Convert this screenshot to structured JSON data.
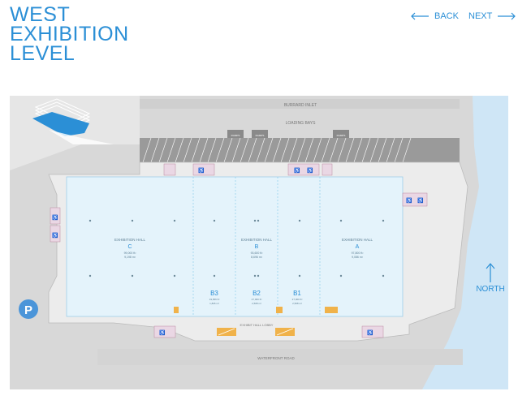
{
  "header": {
    "title_line1": "WEST",
    "title_line2": "EXHIBITION",
    "title_line3": "LEVEL",
    "back_label": "BACK",
    "next_label": "NEXT"
  },
  "map": {
    "street_top": "BURRARD INLET",
    "loading_bays": "LOADING BAYS",
    "ramp_label": "RAMPS",
    "halls": [
      {
        "label": "EXHIBITION HALL",
        "letter": "C",
        "size_ft": "99,000 ft²",
        "size_m": "9,198 m²"
      },
      {
        "label": "EXHIBITION HALL",
        "letter": "B",
        "size_ft": "93,600 ft²",
        "size_m": "8,696 m²"
      },
      {
        "label": "EXHIBITION HALL",
        "letter": "A",
        "size_ft": "97,800 ft²",
        "size_m": "9,086 m²"
      }
    ],
    "subhalls": [
      {
        "label": "B3",
        "size_ft": "19,656 ft²",
        "size_m": "1,826 m²"
      },
      {
        "label": "B2",
        "size_ft": "27,000 ft²",
        "size_m": "2,508 m²"
      },
      {
        "label": "B1",
        "size_ft": "27,000 ft²",
        "size_m": "2,508 m²"
      }
    ],
    "concourse": "EXHIBIT HALL LOBBY",
    "waterfront": "WATERFRONT ROAD",
    "north_label": "NORTH",
    "parking_label": "P"
  }
}
